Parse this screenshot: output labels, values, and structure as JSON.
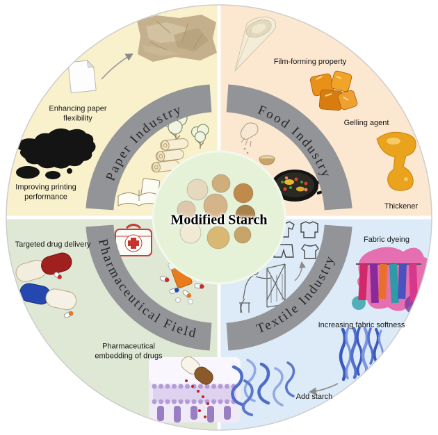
{
  "title": "Modified Starch",
  "quadrants": {
    "paper": {
      "name": "Paper Industry",
      "labels": {
        "flexibility": "Enhancing paper flexibility",
        "printing": "Improving printing performance"
      }
    },
    "food": {
      "name": "Food Industry",
      "labels": {
        "film": "Film-forming property",
        "gelling": "Gelling agent",
        "thickener": "Thickener"
      }
    },
    "pharma": {
      "name": "Pharmaceutical Field",
      "labels": {
        "targeted": "Targeted drug delivery",
        "embedding": "Pharmaceutical embedding of drugs"
      }
    },
    "textile": {
      "name": "Textile Industry",
      "labels": {
        "dyeing": "Fabric dyeing",
        "softness": "Increasing fabric softness",
        "add_starch": "Add starch"
      }
    }
  },
  "colors": {
    "paper_bg": "#f8f1cb",
    "food_bg": "#fce7d0",
    "pharma_bg": "#dfe7d5",
    "textile_bg": "#dcebf7",
    "center_bg": "#e5f2d8",
    "ring_band": "#939497",
    "label_text": "#161616"
  },
  "illustrations": {
    "paper": [
      "crumpled-paper",
      "paper-sheet",
      "ink-blots",
      "trees-sketch",
      "paper-rolls",
      "open-book"
    ],
    "food": [
      "film-roll-cone",
      "gel-cubes",
      "dripping-honey",
      "seasoning-hand",
      "paella-pan"
    ],
    "pharma": [
      "capsules",
      "pill-bottle",
      "first-aid-kit",
      "cell-membrane"
    ],
    "textile": [
      "clothes-icons",
      "weaver-loom",
      "dyed-fabric-splash",
      "fiber-bundle",
      "loose-fibers"
    ]
  }
}
